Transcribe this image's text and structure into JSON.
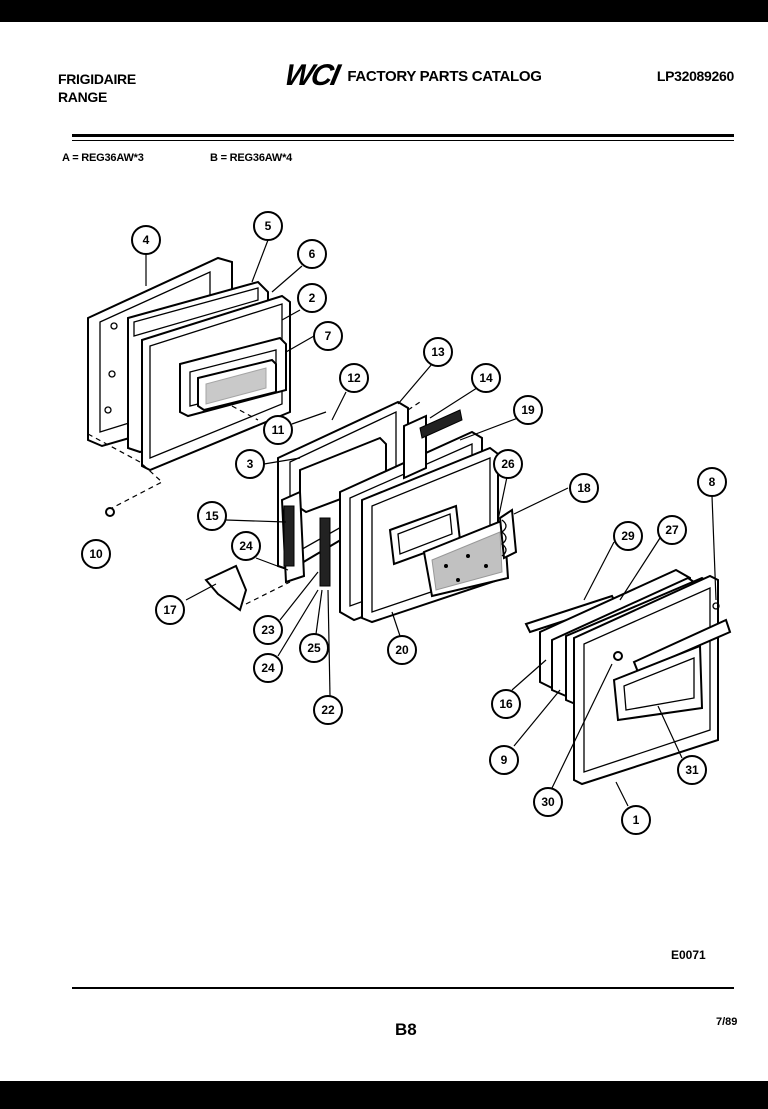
{
  "header": {
    "brand_line1": "FRIGIDAIRE",
    "brand_line2": "RANGE",
    "logo": "WCI",
    "catalog_title": "FACTORY PARTS CATALOG",
    "part_number": "LP32089260"
  },
  "models": {
    "a": "A = REG36AW*3",
    "b": "B = REG36AW*4"
  },
  "callouts": [
    "4",
    "5",
    "6",
    "2",
    "7",
    "13",
    "12",
    "14",
    "11",
    "19",
    "3",
    "26",
    "15",
    "18",
    "24",
    "8",
    "29",
    "27",
    "10",
    "17",
    "23",
    "25",
    "20",
    "24",
    "22",
    "16",
    "9",
    "31",
    "30",
    "1"
  ],
  "footer": {
    "drawing_code": "E0071",
    "page_number": "B8",
    "date": "7/89"
  }
}
